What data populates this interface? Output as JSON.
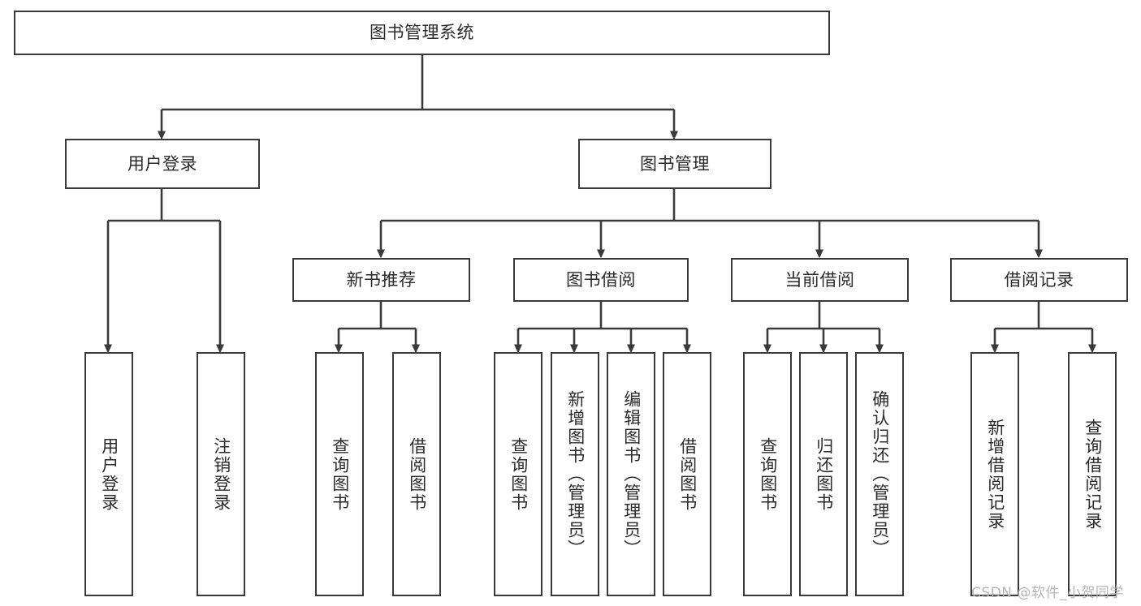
{
  "diagram": {
    "title": "图书管理系统",
    "watermark": "CSDN @软件_小贺同学",
    "colors": {
      "stroke": "#3a3a3a",
      "fill": "#ffffff",
      "text": "#2b2b2b",
      "watermark": "#b5b5b5"
    },
    "nodes": {
      "root": {
        "label": "图书管理系统"
      },
      "level2": [
        {
          "id": "user-login",
          "label": "用户登录"
        },
        {
          "id": "book-manage",
          "label": "图书管理"
        }
      ],
      "level3": [
        {
          "id": "new-book-recommend",
          "label": "新书推荐"
        },
        {
          "id": "book-borrow",
          "label": "图书借阅"
        },
        {
          "id": "current-borrow",
          "label": "当前借阅"
        },
        {
          "id": "borrow-record",
          "label": "借阅记录"
        }
      ],
      "leaves": {
        "user-login": [
          {
            "id": "leaf-user-login",
            "label": "用户登录"
          },
          {
            "id": "leaf-logout",
            "label": "注销登录"
          }
        ],
        "new-book-recommend": [
          {
            "id": "leaf-query-book-1",
            "label": "查询图书"
          },
          {
            "id": "leaf-borrow-book-1",
            "label": "借阅图书"
          }
        ],
        "book-borrow": [
          {
            "id": "leaf-query-book-2",
            "label": "查询图书"
          },
          {
            "id": "leaf-add-book",
            "label": "新增图书（管理员）"
          },
          {
            "id": "leaf-edit-book",
            "label": "编辑图书（管理员）"
          },
          {
            "id": "leaf-borrow-book-2",
            "label": "借阅图书"
          }
        ],
        "current-borrow": [
          {
            "id": "leaf-query-book-3",
            "label": "查询图书"
          },
          {
            "id": "leaf-return-book",
            "label": "归还图书"
          },
          {
            "id": "leaf-confirm-return",
            "label": "确认归还（管理员）"
          }
        ],
        "borrow-record": [
          {
            "id": "leaf-add-record",
            "label": "新增借阅记录"
          },
          {
            "id": "leaf-query-record",
            "label": "查询借阅记录"
          }
        ]
      }
    }
  }
}
